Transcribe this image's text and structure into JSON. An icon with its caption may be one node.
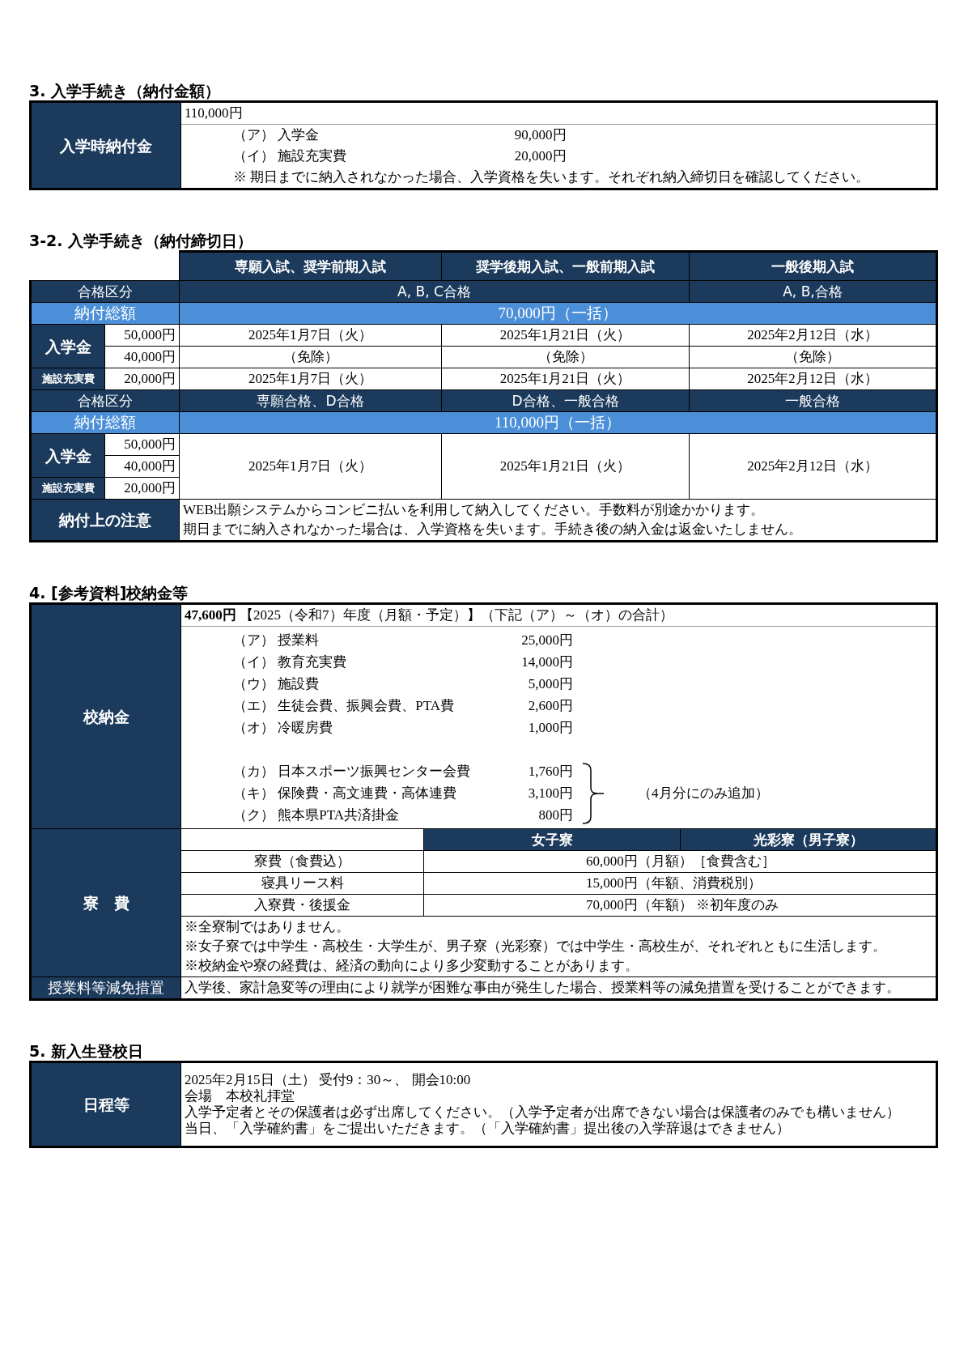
{
  "diagram": {
    "labels": [
      "3. 入学手続き（納付金額）",
      "入学時納付金",
      "110,000円",
      "（ア） 入学金",
      "90,000円",
      "（イ） 施設充実費",
      "20,000円",
      "※ 期日までに納入されなかった場合、入学資格を失います。それぞれ納入締切日を確認してください。",
      "3-2. 入学手続き（納付締切日）",
      "専願入試、奨学前期入試",
      "奨学後期入試、一般前期入試",
      "一般後期入試",
      "合格区分",
      "A, B, C合格",
      "A, B,合格",
      "納付総額",
      "70,000円（一括）",
      "入学金",
      "50,000円",
      "2025年1月7日（火）",
      "2025年1月21日（火）",
      "2025年2月12日（水）",
      "40,000円",
      "（免除）",
      "（免除）",
      "（免除）",
      "施設充実費",
      "20,000円",
      "2025年1月7日（火）",
      "2025年1月21日（火）",
      "2025年2月12日（水）",
      "合格区分",
      "専願合格、D合格",
      "D合格、一般合格",
      "一般合格",
      "納付総額",
      "110,000円（一括）",
      "入学金",
      "50,000円",
      "40,000円",
      "2025年1月7日（火）",
      "2025年1月21日（火）",
      "2025年2月12日（水）",
      "施設充実費",
      "20,000円",
      "納付上の注意",
      "WEB出願システムからコンビニ払いを利用して納入してください。手数料が別途かかります。",
      "期日までに納入されなかった場合は、入学資格を失います。手続き後の納入金は返金いたしません。",
      "4. [参考資料]校納金等",
      "校納金",
      "**47,600円** 【2025（令和7）年度（月額・予定）】（下記（ア）～（オ）の合計）",
      "（ア） 授業料",
      "25,000円",
      "（イ） 教育充実費",
      "14,000円",
      "（ウ） 施設費",
      "5,000円",
      "（エ） 生徒会費、振興会費、PTA費",
      "2,600円",
      "（オ） 冷暖房費",
      "1,000円",
      "（カ） 日本スポーツ振興センター会費",
      "1,760円",
      "（キ） 保険費・高文連費・高体連費",
      "3,100円",
      "（ク） 熊本県PTA共済掛金",
      "800円",
      "（4月分にのみ追加）",
      "寮　費",
      "女子寮",
      "光彩寮（男子寮）",
      "寮費（食費込）",
      "60,000円（月額）［食費含む］",
      "寝具リース料",
      "15,000円（年額、消費税別）",
      "入寮費・後援金",
      "70,000円（年額） ※初年度のみ",
      "※全寮制ではありません。",
      "※女子寮では中学生・高校生・大学生が、男子寮（光彩寮）では中学生・高校生が、それぞれともに生活します。",
      "※校納金や寮の経費は、経済の動向により多少変動することがあります。",
      "授業料等減免措置",
      "入学後、家計急変等の理由により就学が困難な事由が発生した場合、授業料等の減免措置を受けることができます。",
      "5. 新入生登校日",
      "日程等",
      "2025年2月15日（土） 受付9：30～、 開会10:00",
      "会場　本校礼拝堂",
      "入学予定者とその保護者は必ず出席してください。（入学予定者が出席できない場合は保護者のみでも構いません）",
      "当日、「入学確約書」をご提出いただきます。（「入学確約書」提出後の入学辞退はできません）"
    ]
  }
}
